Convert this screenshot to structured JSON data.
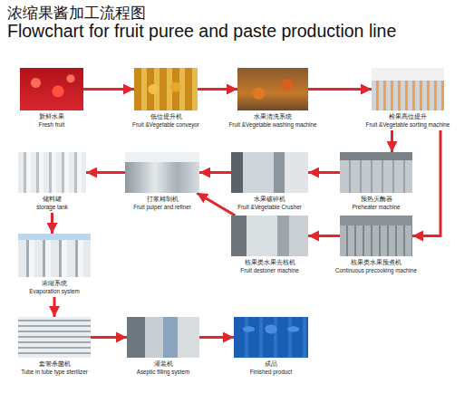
{
  "diagram": {
    "title": "浓缩果酱加工流程图",
    "nodes": [
      {
        "text": [
          "新鲜水果",
          "Fresh fruit"
        ]
      },
      {
        "text": [
          "低位提升机",
          "Fruit &Vegetable conveyor"
        ]
      },
      {
        "text": [
          "水果清洗系统",
          "Fruit &Vegetable washing machine"
        ]
      },
      {
        "text": [
          "检果高位提升",
          "Fruit &Vegetable sorting machine"
        ]
      },
      {
        "text": [
          "储料罐",
          "storage tank"
        ]
      },
      {
        "text": [
          "打浆精制机",
          "Fruit pulper and refiner"
        ]
      },
      {
        "text": [
          "水果破碎机",
          "Fruit &Vegetable Crusher"
        ]
      },
      {
        "text": [
          "预热灭酶器",
          "Preheater machine"
        ]
      },
      {
        "text": [
          "核果类水果去核机",
          "Fruit destoner machine"
        ]
      },
      {
        "text": [
          "核果类水果预煮机",
          "Continuous precooking machine"
        ]
      },
      {
        "text": [
          "浓缩系统",
          "Evaporation system"
        ]
      },
      {
        "text": [
          "套管杀菌机",
          "Tube in tube type sterilizer"
        ]
      },
      {
        "text": [
          "灌装机",
          "Aseptic filling system"
        ]
      },
      {
        "text": [
          "成品",
          "Finished product"
        ]
      }
    ],
    "edges": [
      {
        "from": 0,
        "to": 1,
        "arrow": "to"
      },
      {
        "from": 1,
        "to": 2,
        "arrow": "to"
      },
      {
        "from": 2,
        "to": 3,
        "arrow": "to"
      },
      {
        "from": 3,
        "to": 7,
        "arrow": "to"
      },
      {
        "from": 3,
        "to": 9,
        "arrow": "to"
      },
      {
        "from": 7,
        "to": 6,
        "arrow": "to"
      },
      {
        "from": 6,
        "to": 5,
        "arrow": "to"
      },
      {
        "from": 5,
        "to": 4,
        "arrow": "to"
      },
      {
        "from": 9,
        "to": 8,
        "arrow": "to"
      },
      {
        "from": 8,
        "to": 5,
        "arrow": "to"
      },
      {
        "from": 4,
        "to": 10,
        "arrow": "to"
      },
      {
        "from": 10,
        "to": 11,
        "arrow": "to"
      },
      {
        "from": 11,
        "to": 12,
        "arrow": "to"
      },
      {
        "from": 12,
        "to": 13,
        "arrow": "to"
      }
    ],
    "labels": [
      "Flowchart for fruit puree and paste production line"
    ]
  }
}
